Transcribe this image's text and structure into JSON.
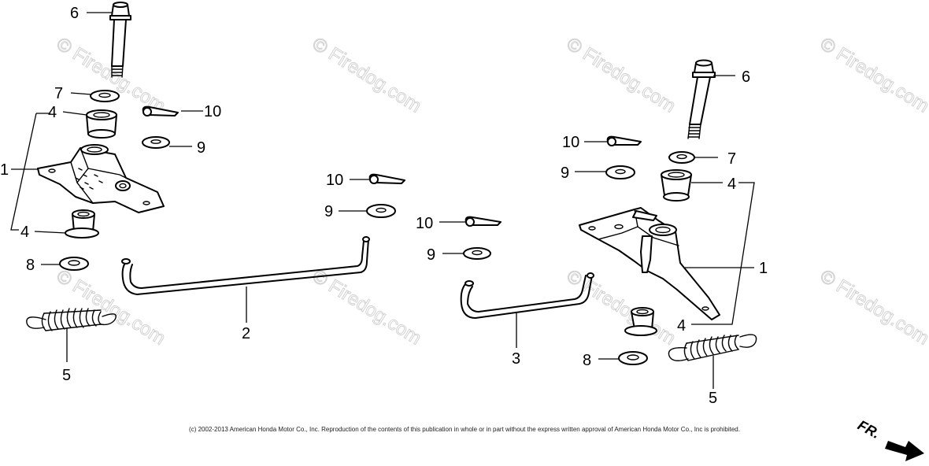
{
  "labels": {
    "p1a": "1",
    "p1b": "1",
    "p2": "2",
    "p3": "3",
    "p4a": "4",
    "p4b": "4",
    "p4c": "4",
    "p4d": "4",
    "p5a": "5",
    "p5b": "5",
    "p6a": "6",
    "p6b": "6",
    "p7a": "7",
    "p7b": "7",
    "p8a": "8",
    "p8b": "8",
    "p9a": "9",
    "p9b": "9",
    "p9c": "9",
    "p9d": "9",
    "p10a": "10",
    "p10b": "10",
    "p10c": "10",
    "p10d": "10"
  },
  "watermark_text": "© Firedog.com",
  "direction_label": "FR.",
  "copyright": "(c) 2002-2013 American Honda Motor Co., Inc. Reproduction of the contents of this publication in whole or in part without the express written approval of American Honda Motor Co., Inc is prohibited."
}
